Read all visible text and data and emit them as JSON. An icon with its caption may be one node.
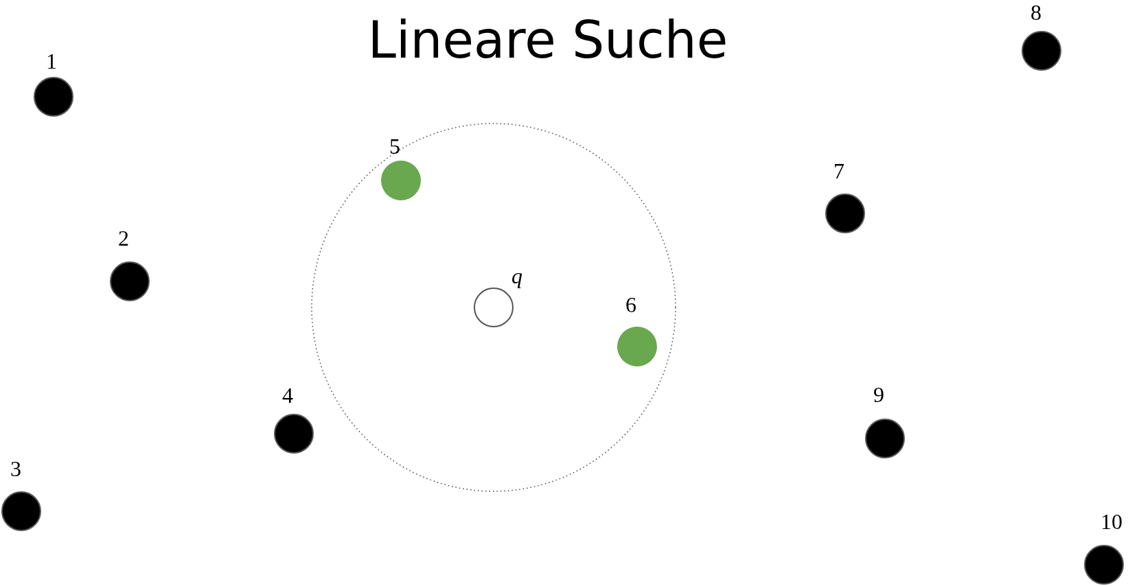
{
  "diagram": {
    "title": "Lineare Suche",
    "nodes": [
      {
        "text": [],
        "shape": "circle",
        "beside": [
          "3"
        ]
      },
      {
        "text": [],
        "shape": "circle",
        "beside": [
          "1"
        ]
      },
      {
        "text": [],
        "shape": "circle",
        "beside": [
          "2"
        ]
      },
      {
        "text": [],
        "shape": "circle",
        "beside": [
          "4"
        ]
      },
      {
        "text": [],
        "shape": "circle",
        "beside": [
          "5"
        ]
      },
      {
        "text": [],
        "shape": "circle",
        "beside": [
          "q"
        ]
      },
      {
        "text": [],
        "shape": "circle",
        "beside": [
          "6"
        ]
      },
      {
        "text": [],
        "shape": "circle",
        "beside": [
          "7"
        ]
      },
      {
        "text": [],
        "shape": "circle",
        "beside": [
          "9"
        ]
      },
      {
        "text": [],
        "shape": "circle",
        "beside": [
          "8"
        ]
      },
      {
        "text": [],
        "shape": "circle",
        "beside": [
          "10"
        ]
      }
    ],
    "edges": []
  }
}
